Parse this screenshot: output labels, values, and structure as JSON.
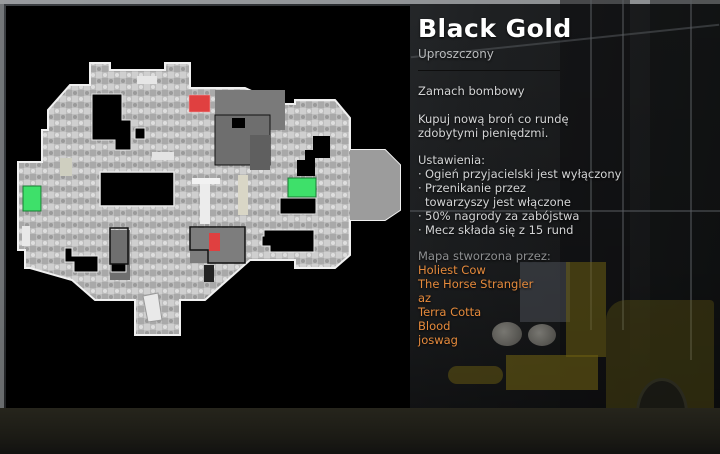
{
  "map": {
    "title": "Black Gold",
    "difficulty": "Uproszczony",
    "game_mode": "Zamach bombowy",
    "description": "Kupuj nową broń co rundę zdobytymi pieniędzmi.",
    "settings_label": "Ustawienia:",
    "settings": [
      {
        "bullet": "·",
        "text": "Ogień przyjacielski jest wyłączony"
      },
      {
        "bullet": "·",
        "text": "Przenikanie przez towarzyszy jest włączone"
      },
      {
        "bullet": "·",
        "text": "50% nagrody za zabójstwa"
      },
      {
        "bullet": "·",
        "text": "Mecz składa się z 15 rund"
      }
    ],
    "authors_label": "Mapa stworzona przez:",
    "authors": [
      "Holiest Cow",
      "The Horse Strangler",
      "az",
      "Terra Cotta",
      "Blood",
      "joswag"
    ]
  },
  "overview": {
    "markers": [
      {
        "type": "bombsite",
        "color": "#e04040"
      },
      {
        "type": "bombsite",
        "color": "#e04040"
      },
      {
        "type": "spawn",
        "color": "#3ee06a"
      },
      {
        "type": "spawn",
        "color": "#3ee06a"
      }
    ]
  },
  "colors": {
    "title": "#ffffff",
    "text": "#d4d5d6",
    "muted": "#8e9092",
    "author_accent": "#e58a3c",
    "bombsite": "#e04040",
    "spawn": "#3ee06a"
  }
}
